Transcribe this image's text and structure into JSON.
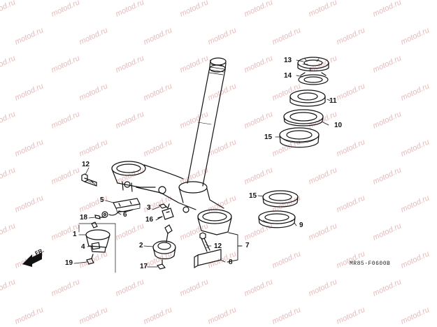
{
  "watermark_text": "motod.ru",
  "direction_label": "FR.",
  "diagram_code": "MR85-F0600B",
  "callouts": {
    "c1": "1",
    "c2": "2",
    "c3": "3",
    "c4": "4",
    "c5": "5",
    "c6": "6",
    "c7": "7",
    "c8": "8",
    "c9": "9",
    "c10": "10",
    "c11": "11",
    "c12a": "12",
    "c12b": "12",
    "c13": "13",
    "c14": "14",
    "c15a": "15",
    "c15b": "15",
    "c16": "16",
    "c17": "17",
    "c18": "18",
    "c19": "19"
  },
  "colors": {
    "line": "#111111",
    "watermark": "#e8b9b9",
    "background": "#ffffff"
  }
}
